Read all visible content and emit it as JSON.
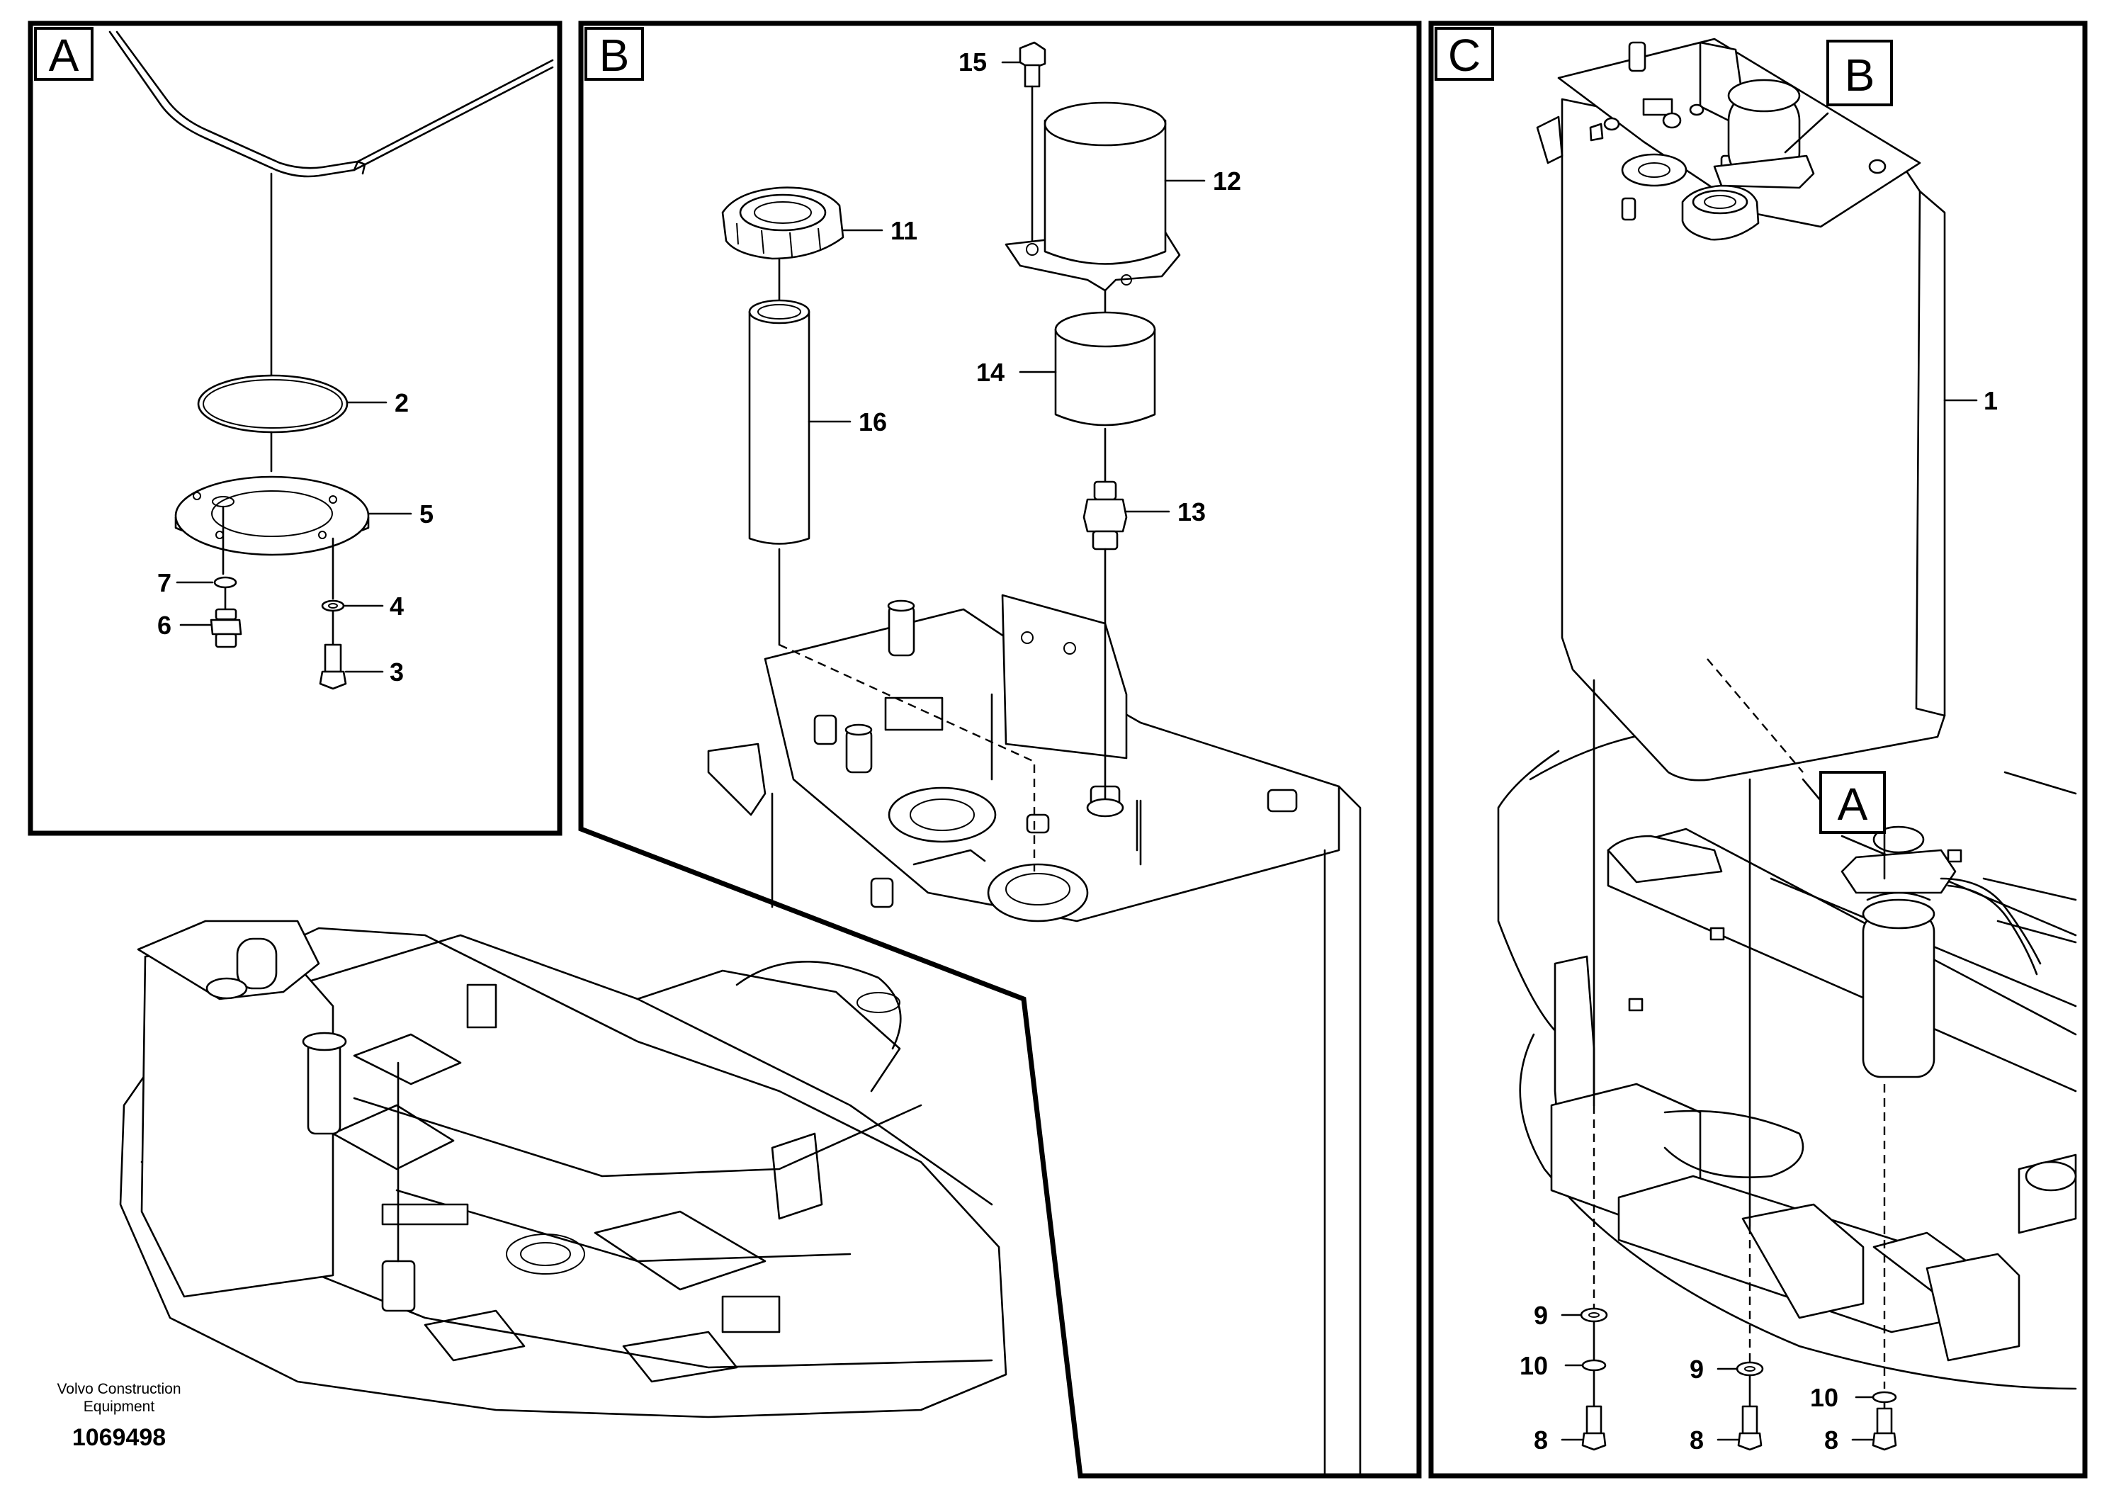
{
  "panels": {
    "a": {
      "label": "A"
    },
    "b": {
      "label": "B"
    },
    "c": {
      "label": "C",
      "callout_b": "B",
      "callout_a": "A"
    }
  },
  "callouts": {
    "p1": "1",
    "p2": "2",
    "p3": "3",
    "p4": "4",
    "p5": "5",
    "p6": "6",
    "p7": "7",
    "p8a": "8",
    "p8b": "8",
    "p8c": "8",
    "p9a": "9",
    "p9b": "9",
    "p10a": "10",
    "p10b": "10",
    "p11": "11",
    "p12": "12",
    "p13": "13",
    "p14": "14",
    "p15": "15",
    "p16": "16"
  },
  "footer": {
    "brand_line1": "Volvo Construction",
    "brand_line2": "Equipment",
    "drawing_number": "1069498"
  }
}
